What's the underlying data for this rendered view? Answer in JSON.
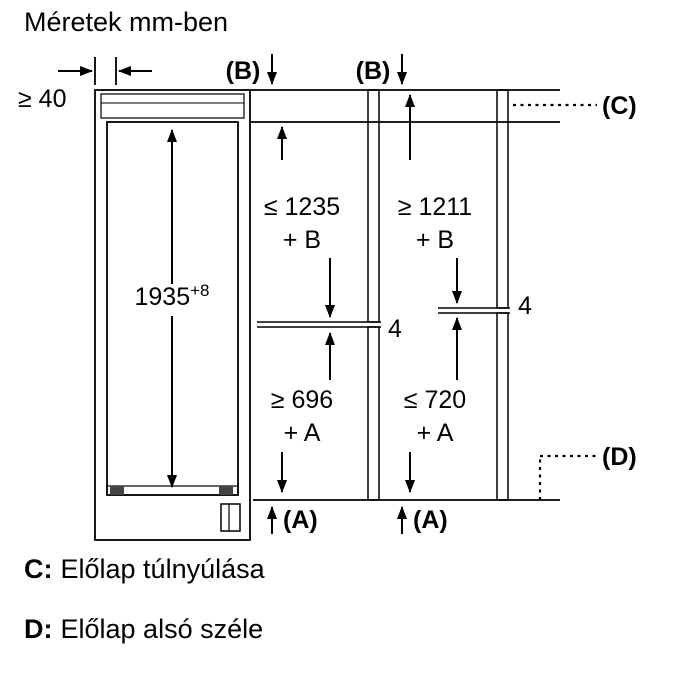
{
  "title": "Méretek mm-ben",
  "colors": {
    "line": "#000000",
    "panel_fill": "#c9c9c9",
    "strip_fill": "#bfbfbf",
    "base_fill": "#e0e0e0"
  },
  "diagram": {
    "rear_gap": "≥ 40",
    "niche_height": "1935",
    "niche_height_tolerance": "+8",
    "label_b_1": "(B)",
    "label_b_2": "(B)",
    "label_c": "(C)",
    "label_d": "(D)",
    "label_a_1": "(A)",
    "label_a_2": "(A)",
    "upper_left_value": "≤ 1235",
    "upper_left_suffix": "+ B",
    "upper_right_value": "≥ 1211",
    "upper_right_suffix": "+ B",
    "lower_left_value": "≥ 696",
    "lower_left_suffix": "+ A",
    "lower_right_value": "≤ 720",
    "lower_right_suffix": "+ A",
    "panel_gap_left": "4",
    "panel_gap_right": "4"
  },
  "legend": {
    "c_key": "C:",
    "c_text": "Előlap túlnyúlása",
    "d_key": "D:",
    "d_text": "Előlap alsó széle"
  }
}
